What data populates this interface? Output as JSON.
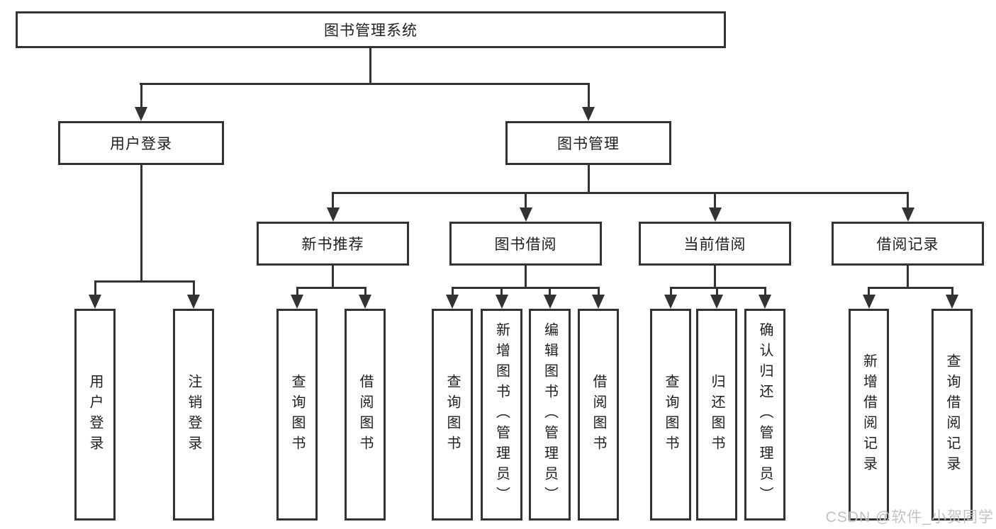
{
  "nodes": {
    "root": "图书管理系统",
    "level2": [
      {
        "label": "用户登录",
        "parent": "图书管理系统"
      },
      {
        "label": "图书管理",
        "parent": "图书管理系统"
      }
    ],
    "level3": [
      {
        "label": "新书推荐",
        "parent": "图书管理"
      },
      {
        "label": "图书借阅",
        "parent": "图书管理"
      },
      {
        "label": "当前借阅",
        "parent": "图书管理"
      },
      {
        "label": "借阅记录",
        "parent": "图书管理"
      }
    ],
    "leaves": [
      {
        "label": "用户登录",
        "parent": "用户登录"
      },
      {
        "label": "注销登录",
        "parent": "用户登录"
      },
      {
        "label": "查询图书",
        "parent": "新书推荐"
      },
      {
        "label": "借阅图书",
        "parent": "新书推荐"
      },
      {
        "label": "查询图书",
        "parent": "图书借阅"
      },
      {
        "label": "新增图书（管理员）",
        "parent": "图书借阅"
      },
      {
        "label": "编辑图书（管理员）",
        "parent": "图书借阅"
      },
      {
        "label": "借阅图书",
        "parent": "图书借阅"
      },
      {
        "label": "查询图书",
        "parent": "当前借阅"
      },
      {
        "label": "归还图书",
        "parent": "当前借阅"
      },
      {
        "label": "确认归还（管理员）",
        "parent": "当前借阅"
      },
      {
        "label": "新增借阅记录",
        "parent": "借阅记录"
      },
      {
        "label": "查询借阅记录",
        "parent": "借阅记录"
      }
    ]
  },
  "watermark": {
    "text": "CSDN @软件_小贺同学"
  },
  "colors": {
    "line": "#333333",
    "text": "#1f1f1f",
    "watermark": "#c3c3c3",
    "background": "#ffffff"
  }
}
